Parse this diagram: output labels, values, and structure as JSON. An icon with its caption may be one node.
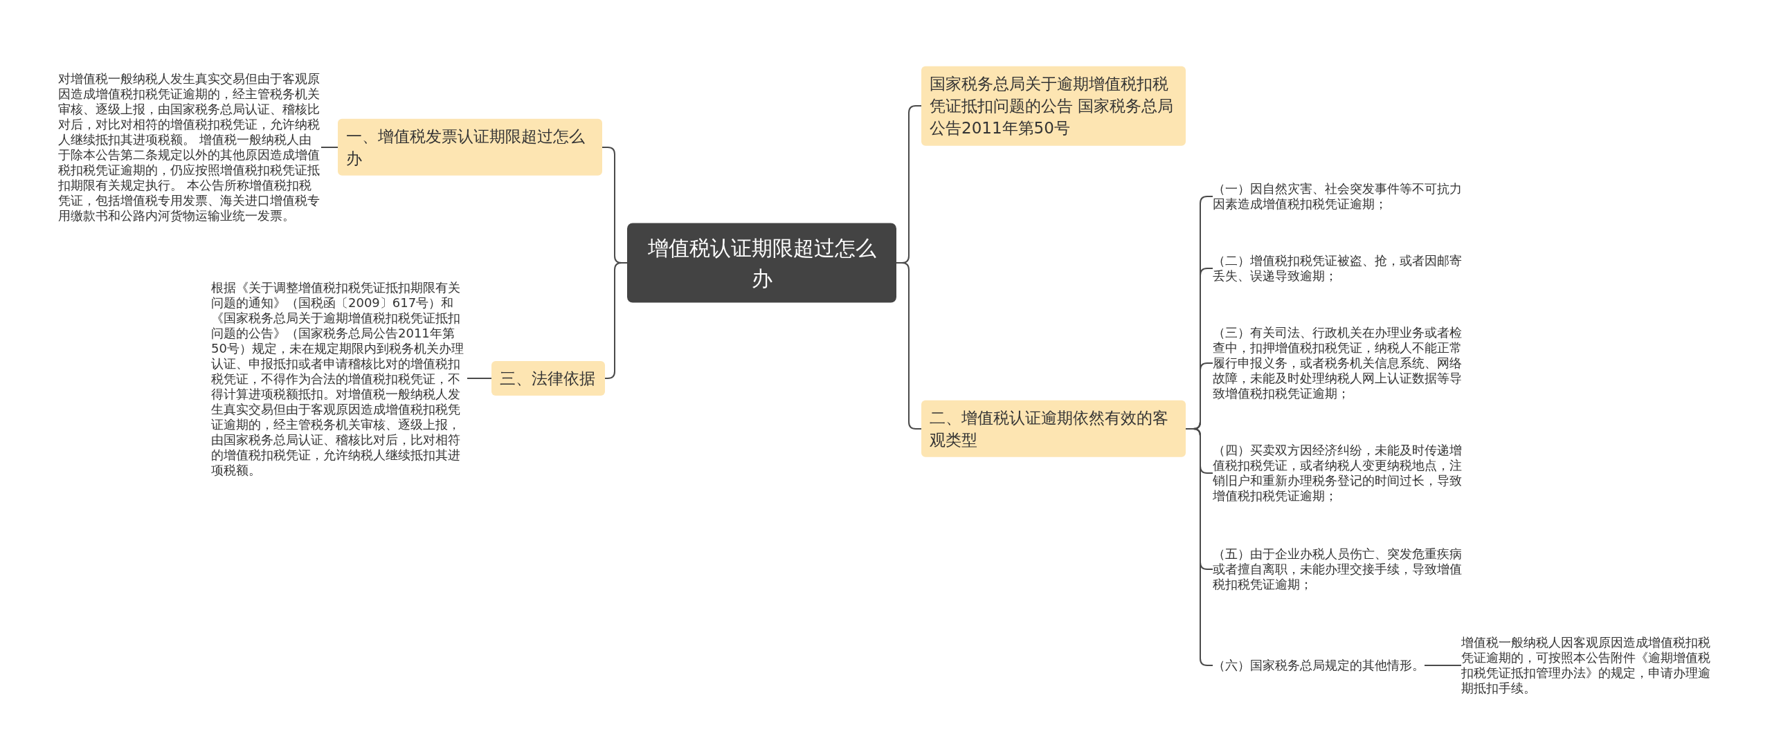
{
  "diagram": {
    "nodes": [
      {
        "text": [
          "增值税认证期限超过怎么办"
        ]
      },
      {
        "text": [
          "一、增值税发票认证期限超过怎么办"
        ]
      },
      {
        "text": [
          "对增值税一般纳税人发生真实交易但由于客观原因造成增值税扣税凭证逾期的，经主管税务机关审核、逐级上报，由国家税务总局认证、稽核比对后，对比对相符的增值税扣税凭证，允许纳税人继续抵扣其进项税额。 增值税一般纳税人由于除本公告第二条规定以外的其他原因造成增值税扣税凭证逾期的，仍应按照增值税扣税凭证抵扣期限有关规定执行。 本公告所称增值税扣税凭证，包括增值税专用发票、海关进口增值税专用缴款书和公路内河货物运输业统一发票。"
        ]
      },
      {
        "text": [
          "三、法律依据"
        ]
      },
      {
        "text": [
          "根据《关于调整增值税扣税凭证抵扣期限有关问题的通知》（国税函〔2009〕617号）和《国家税务总局关于逾期增值税扣税凭证抵扣问题的公告》（国家税务总局公告2011年第50号）规定，未在规定期限内到税务机关办理认证、申报抵扣或者申请稽核比对的增值税扣税凭证，不得作为合法的增值税扣税凭证，不得计算进项税额抵扣。对增值税一般纳税人发生真实交易但由于客观原因造成增值税扣税凭证逾期的，经主管税务机关审核、逐级上报，由国家税务总局认证、稽核比对后，比对相符的增值税扣税凭证，允许纳税人继续抵扣其进项税额。"
        ]
      },
      {
        "text": [
          "国家税务总局关于逾期增值税扣税凭证抵扣问题的公告 国家税务总局公告2011年第50号"
        ]
      },
      {
        "text": [
          "二、增值税认证逾期依然有效的客观类型"
        ]
      },
      {
        "text": [
          "（一）因自然灾害、社会突发事件等不可抗力因素造成增值税扣税凭证逾期；"
        ]
      },
      {
        "text": [
          "（二）增值税扣税凭证被盗、抢，或者因邮寄丢失、误递导致逾期；"
        ]
      },
      {
        "text": [
          "（三）有关司法、行政机关在办理业务或者检查中，扣押增值税扣税凭证，纳税人不能正常履行申报义务，或者税务机关信息系统、网络故障，未能及时处理纳税人网上认证数据等导致增值税扣税凭证逾期；"
        ]
      },
      {
        "text": [
          "（四）买卖双方因经济纠纷，未能及时传递增值税扣税凭证，或者纳税人变更纳税地点，注销旧户和重新办理税务登记的时间过长，导致增值税扣税凭证逾期；"
        ]
      },
      {
        "text": [
          "（五）由于企业办税人员伤亡、突发危重疾病或者擅自离职，未能办理交接手续，导致增值税扣税凭证逾期；"
        ]
      },
      {
        "text": [
          "（六）国家税务总局规定的其他情形。"
        ]
      },
      {
        "text": [
          "增值税一般纳税人因客观原因造成增值税扣税凭证逾期的，可按照本公告附件《逾期增值税扣税凭证抵扣管理办法》的规定，申请办理逾期抵扣手续。"
        ]
      }
    ],
    "edges": [
      {
        "from": 0,
        "to": 1,
        "arrow": "none"
      },
      {
        "from": 1,
        "to": 2,
        "arrow": "none"
      },
      {
        "from": 0,
        "to": 3,
        "arrow": "none"
      },
      {
        "from": 3,
        "to": 4,
        "arrow": "none"
      },
      {
        "from": 0,
        "to": 5,
        "arrow": "none"
      },
      {
        "from": 0,
        "to": 6,
        "arrow": "none"
      },
      {
        "from": 6,
        "to": 7,
        "arrow": "none"
      },
      {
        "from": 6,
        "to": 8,
        "arrow": "none"
      },
      {
        "from": 6,
        "to": 9,
        "arrow": "none"
      },
      {
        "from": 6,
        "to": 10,
        "arrow": "none"
      },
      {
        "from": 6,
        "to": 11,
        "arrow": "none"
      },
      {
        "from": 6,
        "to": 12,
        "arrow": "none"
      },
      {
        "from": 12,
        "to": 13,
        "arrow": "none"
      }
    ]
  }
}
